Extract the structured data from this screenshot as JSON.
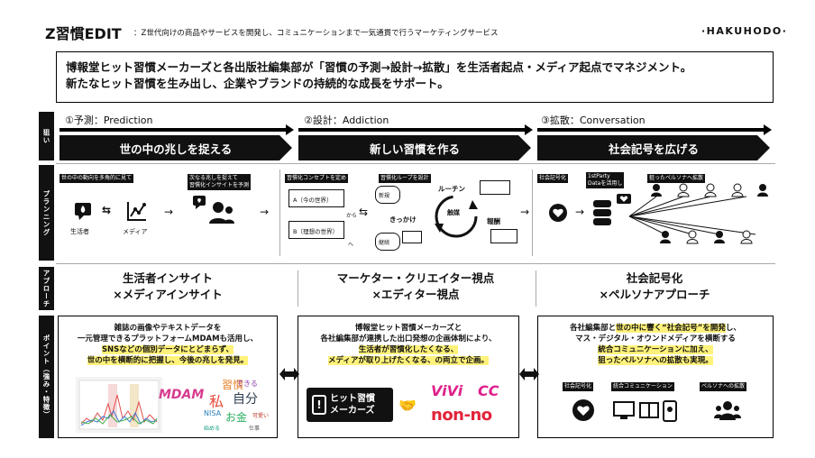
{
  "header": {
    "title": "Z習慣EDIT",
    "subtitle": "：Z世代向けの商品やサービスを開発し、コミュニケーションまで一気通貫で行うマーケティングサービス",
    "logo": "·HAKUHODO·"
  },
  "intro": {
    "line1": "博報堂ヒット習慣メーカーズと各出版社編集部が「習慣の予測→設計→拡散」を生活者起点・メディア起点でマネジメント。",
    "line2": "新たなヒット習慣を生み出し、企業やブランドの持続的な成長をサポート。"
  },
  "rows": {
    "aim": "狙い",
    "planning": "プランニング",
    "approach": "アプローチ",
    "points": "ポイント（強み・特徴）"
  },
  "phases": [
    {
      "label": "①予測：Prediction",
      "band": "世の中の兆しを捉える"
    },
    {
      "label": "②設計：Addiction",
      "band": "新しい習慣を作る"
    },
    {
      "label": "③拡散：Conversation",
      "band": "社会記号を広げる"
    }
  ],
  "planning": {
    "p1": {
      "tag1": "世の中の動向を多角的に見て",
      "tag2a": "次なる兆しを捉えて",
      "tag2b": "習慣化インサイトを予測",
      "label_consumer": "生活者",
      "label_media": "メディア"
    },
    "p2": {
      "tag1": "習慣化コンセプトを定め",
      "tag2": "習慣化ループを設計",
      "world_a": "A（今の世界）",
      "from": "から",
      "world_b": "B（理想の世界）",
      "to": "へ",
      "routine": "ルーチン",
      "trigger_new": "新規",
      "trigger_cont": "継続",
      "kikkake": "きっかけ",
      "shokubai": "触媒",
      "reward": "報酬"
    },
    "p3": {
      "tag1": "社会記号化",
      "tag2a": "1stParty",
      "tag2b": "Dataを活用し",
      "tag3": "狙ったペルソナへ拡散"
    }
  },
  "approach": [
    {
      "line1": "生活者インサイト",
      "line2": "×メディアインサイト"
    },
    {
      "line1": "マーケター・クリエイター視点",
      "line2": "×エディター視点"
    },
    {
      "line1": "社会記号化",
      "line2": "×ペルソナアプローチ"
    }
  ],
  "points": {
    "p1": {
      "l1": "雑誌の画像やテキストデータを",
      "l2": "一元管理できるプラットフォームMDAMも活用し、",
      "l3": "SNSなどの個別データにとどまらず、",
      "l4": "世の中を横断的に把握し、今後の兆しを発見。",
      "logo": "MDAM",
      "words": [
        "習慣",
        "私",
        "自分",
        "できる",
        "お金",
        "NISA",
        "仕事",
        "可愛い",
        "始める"
      ]
    },
    "p2": {
      "l1": "博報堂ヒット習慣メーカーズと",
      "l2": "各社編集部が連携した出口発想の企画体制により、",
      "l3": "生活者が習慣化したくなる、",
      "l4": "メディアが取り上げたくなる、の両立で企画。",
      "logo_hit_1": "ヒット習慣",
      "logo_hit_2": "メーカーズ",
      "mag1": "ViVi",
      "mag2": "CC",
      "mag3": "non-no"
    },
    "p3": {
      "l1a": "各社編集部と",
      "l1b": "世の中に響く“社会記号”を開発",
      "l1c": "し、",
      "l2": "マス・デジタル・オウンドメディアを横断する",
      "l3": "統合コミュニケーションに加え、",
      "l4": "狙ったペルソナへの拡散も実現。",
      "tag1": "社会記号化",
      "tag2": "統合コミュニケーション",
      "tag3": "ペルソナへの拡散"
    }
  },
  "colors": {
    "highlight": "#fff27a",
    "black": "#111111"
  }
}
